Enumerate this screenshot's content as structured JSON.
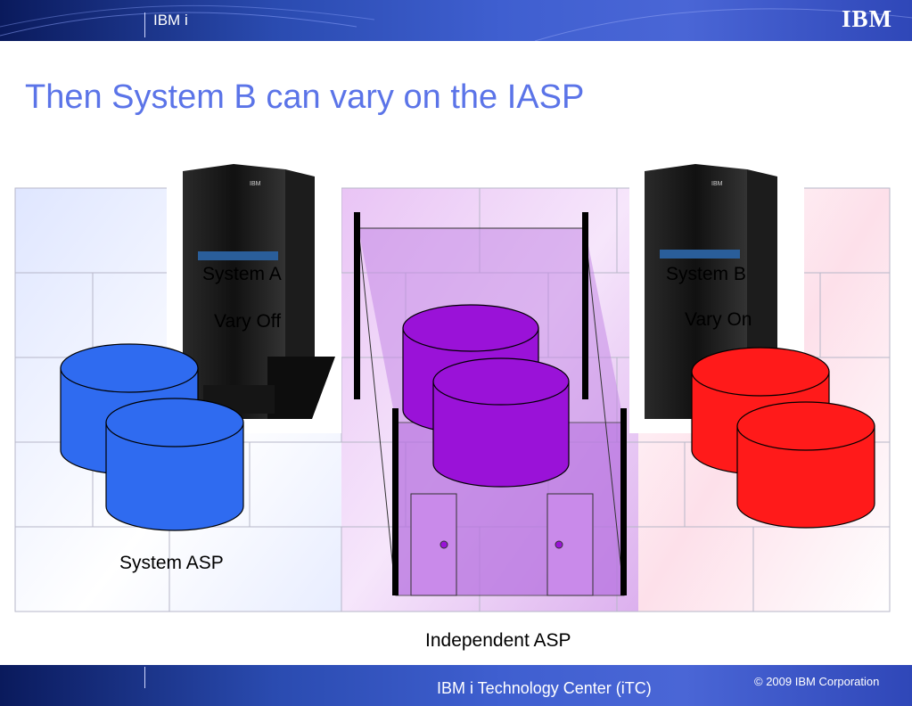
{
  "header": {
    "product": "IBM i",
    "logo_text": "IBM"
  },
  "slide": {
    "title": "Then System B can vary on the IASP",
    "system_a": {
      "name": "System A",
      "status": "Vary Off"
    },
    "system_b": {
      "name": "System B",
      "status": "Vary On"
    },
    "system_asp_label": "System ASP",
    "independent_asp_label": "Independent ASP"
  },
  "footer": {
    "center_text": "IBM i Technology Center (iTC)",
    "copyright": "© 2009 IBM Corporation"
  },
  "colors": {
    "title": "#5b74e8",
    "system_asp_disk": "#2f6bf0",
    "iasp_disk": "#9a12d8",
    "system_b_disk": "#ff1a1a"
  }
}
